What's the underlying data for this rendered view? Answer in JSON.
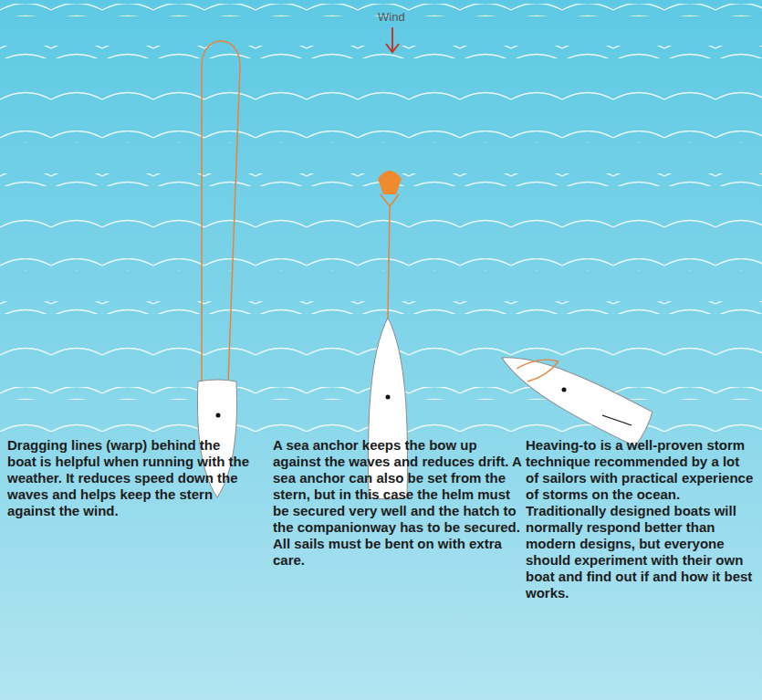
{
  "diagram": {
    "labels": [
      "Wind",
      "Dragging lines (warp) behind the boat is helpful when running with the weather. It reduces speed down the waves and helps keep the stern against the wind.",
      "A sea anchor keeps the bow up against the waves and reduces drift. A sea anchor can also be set from the stern, but in this case the helm must be secured very well and the hatch to the companionway has to be secured. All sails must be bent on with extra care.",
      "Heaving-to is a well-proven storm technique recommended by a lot of sailors with practical experience of storms on the ocean. Traditionally designed boats will normally respond better than modern designs, but everyone should experiment with their own boat and find out if and how it best works."
    ]
  }
}
